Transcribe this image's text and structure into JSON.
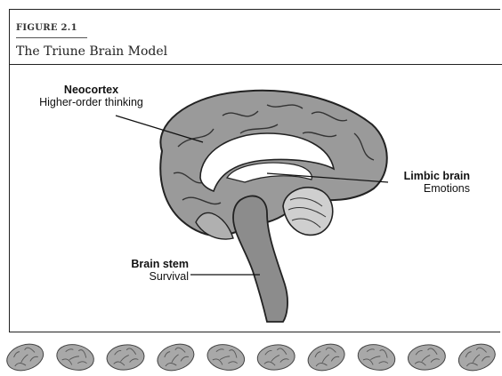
{
  "figure": {
    "label": "FIGURE 2.1",
    "title": "The Triune Brain Model"
  },
  "labels": {
    "neocortex": {
      "name": "Neocortex",
      "function": "Higher-order thinking"
    },
    "limbic": {
      "name": "Limbic brain",
      "function": "Emotions"
    },
    "stem": {
      "name": "Brain stem",
      "function": "Survival"
    }
  },
  "colors": {
    "cortex": "#9a9a9a",
    "inner": "#ffffff",
    "stem": "#8c8c8c",
    "outline": "#222222"
  },
  "icons": {
    "footer": "brain-icon",
    "footer_count": 10
  }
}
